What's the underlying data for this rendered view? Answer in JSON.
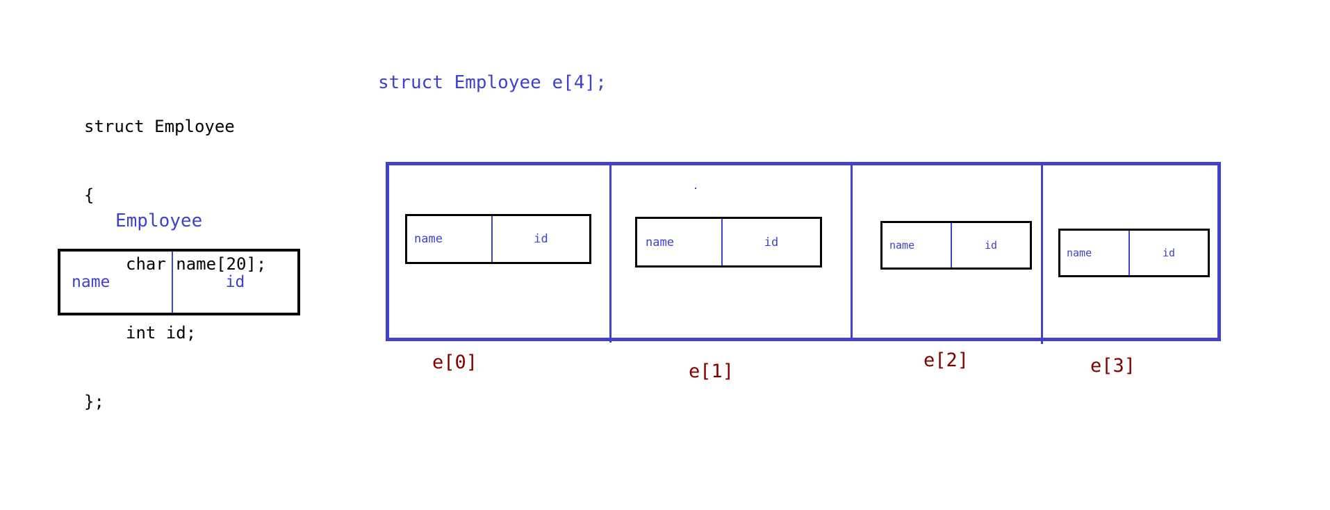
{
  "struct_definition": {
    "lines": [
      "struct Employee",
      "{",
      "char name[20];",
      "int id;",
      "};"
    ]
  },
  "single_struct": {
    "label": "Employee",
    "fields": [
      "name",
      "id"
    ]
  },
  "array": {
    "declaration": "struct Employee e[4];",
    "elements": [
      {
        "index_label": "e[0]",
        "fields": [
          "name",
          "id"
        ]
      },
      {
        "index_label": "e[1]",
        "fields": [
          "name",
          "id"
        ]
      },
      {
        "index_label": "e[2]",
        "fields": [
          "name",
          "id"
        ]
      },
      {
        "index_label": "e[3]",
        "fields": [
          "name",
          "id"
        ]
      }
    ]
  },
  "colors": {
    "blue": "#4040cc",
    "dark_red": "#800000",
    "black": "#000000"
  }
}
